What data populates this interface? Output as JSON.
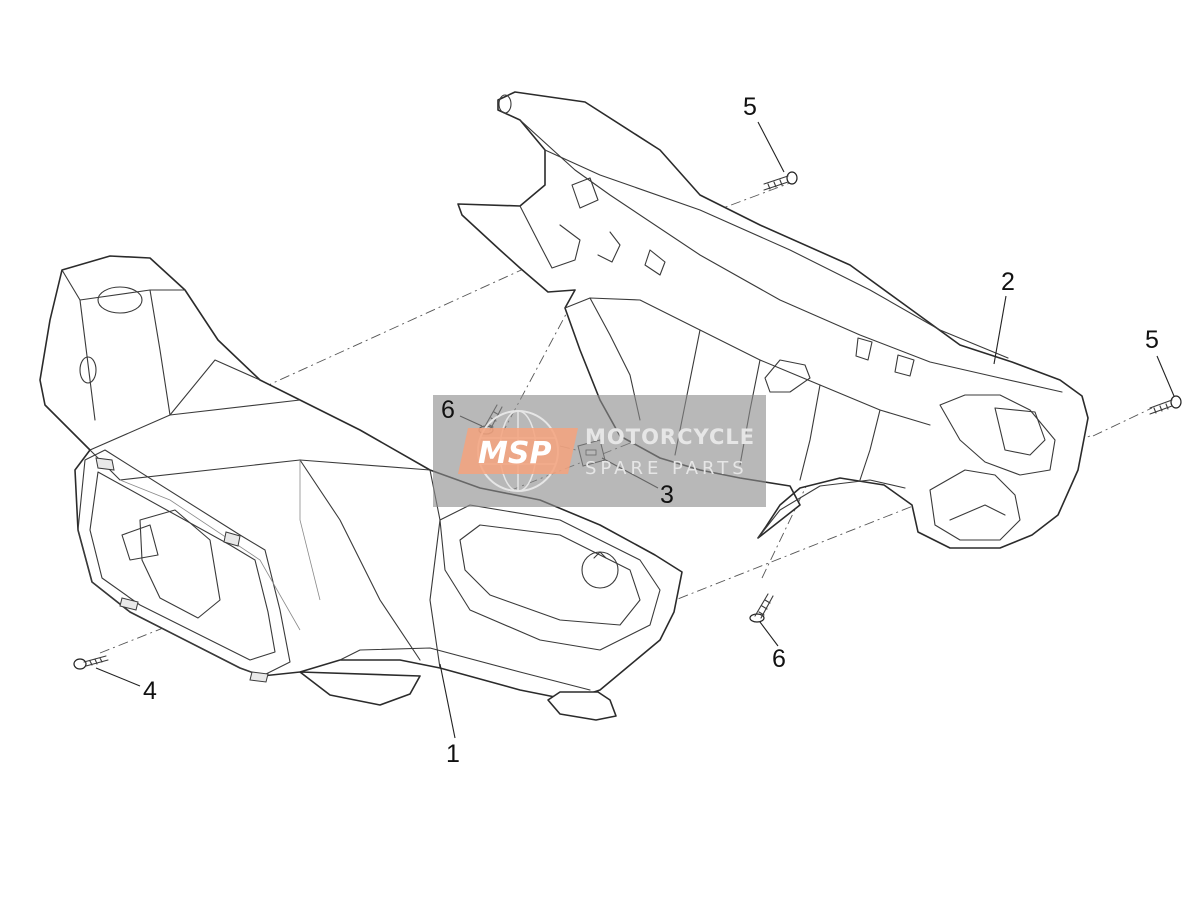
{
  "diagram": {
    "callouts": [
      {
        "id": "callout-1",
        "label": "1"
      },
      {
        "id": "callout-2",
        "label": "2"
      },
      {
        "id": "callout-3",
        "label": "3"
      },
      {
        "id": "callout-4",
        "label": "4"
      },
      {
        "id": "callout-5a",
        "label": "5"
      },
      {
        "id": "callout-5b",
        "label": "5"
      },
      {
        "id": "callout-6a",
        "label": "6"
      },
      {
        "id": "callout-6b",
        "label": "6"
      }
    ]
  },
  "watermark": {
    "logo_text": "MSP",
    "line1": "MOTORCYCLE",
    "line2": "SPARE PARTS",
    "colors": {
      "box": "#8c8c8c",
      "logo": "#f5a27c"
    }
  }
}
